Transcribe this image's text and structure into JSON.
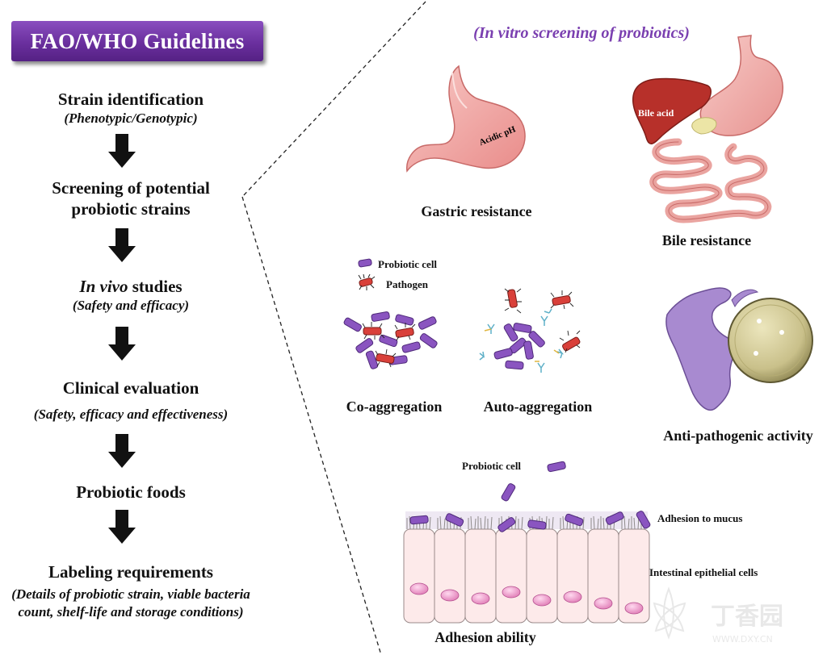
{
  "left": {
    "title": "FAO/WHO Guidelines",
    "steps": [
      {
        "main": "Strain identification",
        "sub": "(Phenotypic/Genotypic)"
      },
      {
        "main": "Screening of potential",
        "main2": "probiotic strains"
      },
      {
        "main_ital": "In vivo",
        "main_rest": " studies",
        "sub": "(Safety and efficacy)"
      },
      {
        "main": "Clinical evaluation",
        "sub": "(Safety, efficacy and  effectiveness)"
      },
      {
        "main": "Probiotic foods"
      },
      {
        "main": "Labeling requirements",
        "sub": "(Details of probiotic strain, viable bacteria",
        "sub2": "count, shelf-life and storage conditions)"
      }
    ]
  },
  "right": {
    "title": "(In vitro screening of probiotics)",
    "gastric": {
      "organ_label": "Acidic pH",
      "caption": "Gastric resistance"
    },
    "bile": {
      "organ_label": "Bile acid",
      "caption": "Bile resistance"
    },
    "legend": {
      "probiotic": "Probiotic cell",
      "pathogen": "Pathogen"
    },
    "coagg": "Co-aggregation",
    "autoagg": "Auto-aggregation",
    "antipath": "Anti-pathogenic activity",
    "adhesion": {
      "probiotic_label": "Probiotic cell",
      "mucus_label": "Adhesion to mucus",
      "epithelial_label": "Intestinal epithelial cells",
      "caption": "Adhesion ability"
    }
  },
  "colors": {
    "title_purple": "#6a2f9e",
    "section_title": "#7a3fb0",
    "stomach": "#f2a7a7",
    "liver": "#b7302a",
    "probiotic": "#8a55c0",
    "pathogen": "#d9403a",
    "hand": "#a88ad0",
    "plate": "#c9c08a"
  },
  "watermark": {
    "name": "丁香园",
    "url": "WWW.DXY.CN"
  }
}
